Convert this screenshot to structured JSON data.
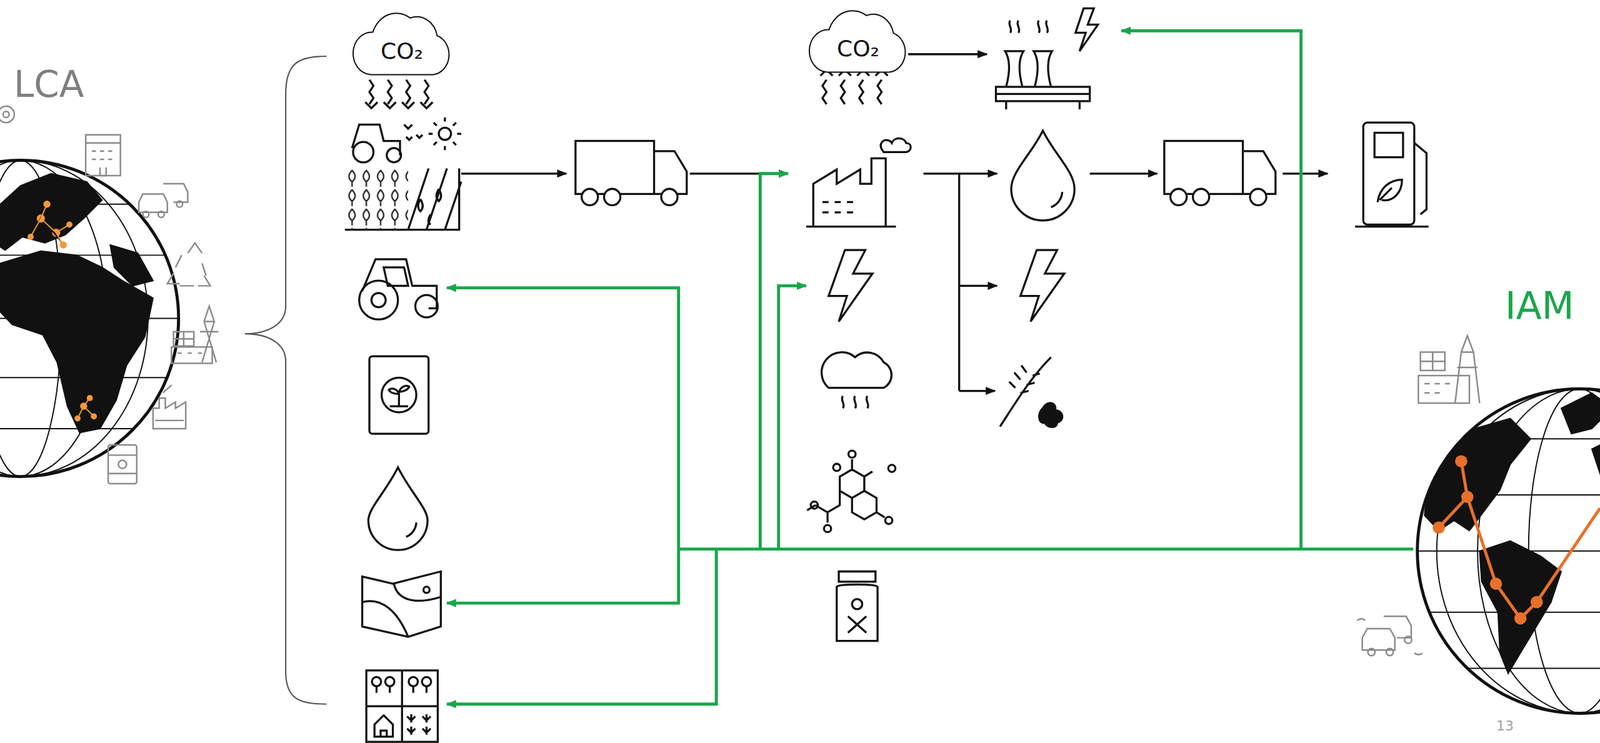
{
  "diagram": {
    "nodes": [
      {
        "text": [
          "CO₂"
        ]
      },
      {
        "text": [
          "CO₂"
        ]
      }
    ],
    "labels": [
      "LCA",
      "IAM",
      "13"
    ]
  }
}
